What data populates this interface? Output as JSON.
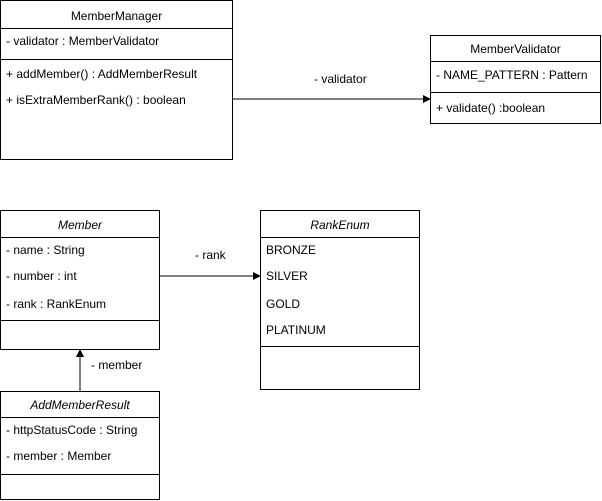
{
  "classes": {
    "member_manager": {
      "name": "MemberManager",
      "attributes": [
        "- validator : MemberValidator"
      ],
      "methods": [
        "+ addMember() : AddMemberResult",
        "+ isExtraMemberRank() : boolean"
      ]
    },
    "member_validator": {
      "name": "MemberValidator",
      "attributes": [
        "- NAME_PATTERN : Pattern"
      ],
      "methods": [
        "+ validate() :boolean"
      ]
    },
    "member": {
      "name": "Member",
      "attributes": [
        "- name : String",
        "- number : int",
        "- rank : RankEnum"
      ]
    },
    "rank_enum": {
      "name": "RankEnum",
      "values": [
        "BRONZE",
        "SILVER",
        "GOLD",
        "PLATINUM"
      ]
    },
    "add_member_result": {
      "name": "AddMemberResult",
      "attributes": [
        "- httpStatusCode : String",
        "- member : Member"
      ]
    }
  },
  "associations": {
    "validator": "- validator",
    "rank": "- rank",
    "member": "- member"
  }
}
